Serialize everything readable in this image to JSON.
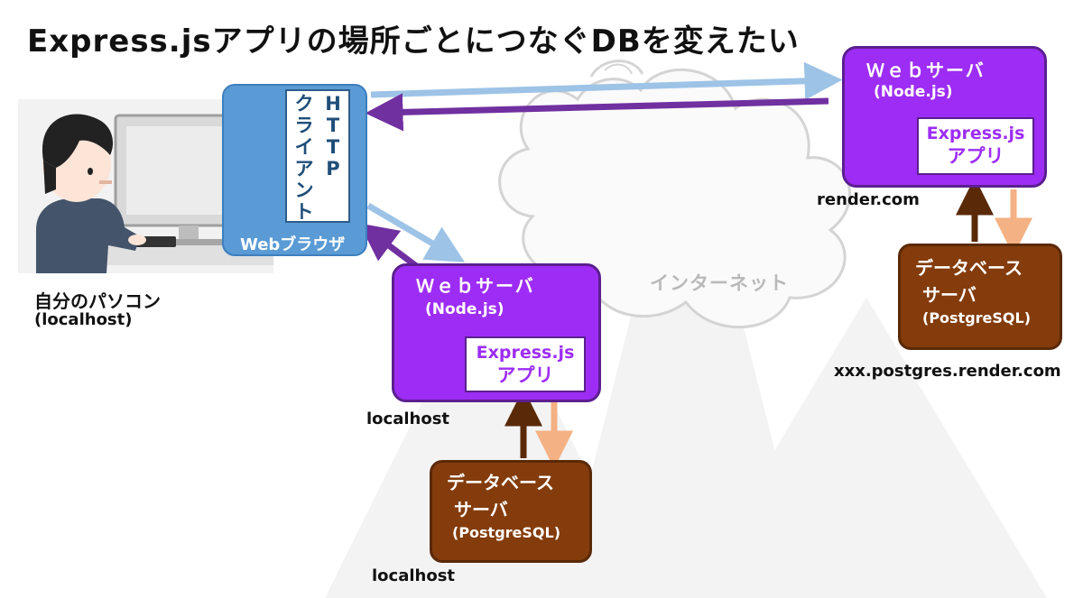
{
  "title": "Express.jsアプリの場所ごとにつなぐDBを変えたい",
  "pc": {
    "label": "自分のパソコン",
    "host": "(localhost)"
  },
  "browser": {
    "http_col1": [
      "H",
      "T",
      "T",
      "P"
    ],
    "http_col2": [
      "ク",
      "ラ",
      "イ",
      "ア",
      "ン",
      "ト"
    ],
    "label": "Webブラウザ",
    "color": "#5a9bd5"
  },
  "internet_label": "インターネット",
  "remote": {
    "web_title": "Ｗｅｂサーバ",
    "web_sub": "(Node.js)",
    "app_line1": "Express.js",
    "app_line2": "アプリ",
    "host": "render.com",
    "db_line1": "データベース",
    "db_line2": "サーバ",
    "db_sub": "(PostgreSQL)",
    "db_host": "xxx.postgres.render.com"
  },
  "local": {
    "web_title": "Ｗｅｂサーバ",
    "web_sub": "(Node.js)",
    "app_line1": "Express.js",
    "app_line2": "アプリ",
    "host": "localhost",
    "db_line1": "データベース",
    "db_line2": "サーバ",
    "db_sub": "(PostgreSQL)",
    "db_host": "localhost"
  },
  "colors": {
    "server": "#9d2df5",
    "db": "#843c0c",
    "request_arrow": "#9dc3e6",
    "response_arrow": "#7030a0",
    "db_request_arrow": "#f4b183",
    "db_response_arrow": "#5a2908"
  }
}
